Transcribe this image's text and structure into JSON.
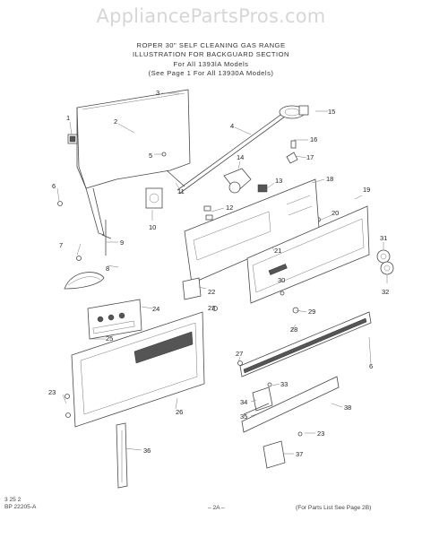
{
  "watermark": "AppliancePartsPros.com",
  "header": {
    "line1": "ROPER 30\" SELF CLEANING GAS RANGE",
    "line2": "ILLUSTRATION FOR BACKGUARD SECTION",
    "line3": "For All 1393lA Models",
    "line4": "(See Page 1 For All 13930A Models)"
  },
  "footer": {
    "code_date": "3 25 2",
    "code_id": "BP 22205-A",
    "page": "– 2A –",
    "parts_note": "(For Parts List See Page 2B)"
  },
  "callouts": [
    "1",
    "2",
    "3",
    "4",
    "5",
    "6",
    "7",
    "8",
    "9",
    "10",
    "11",
    "12",
    "13",
    "14",
    "15",
    "16",
    "17",
    "18",
    "19",
    "20",
    "21",
    "22",
    "23",
    "24",
    "25",
    "26",
    "27",
    "28",
    "29",
    "30",
    "31",
    "32",
    "33",
    "34",
    "35",
    "36",
    "37",
    "38"
  ],
  "callout_labels": {
    "c1": "1",
    "c2": "2",
    "c3": "3",
    "c4": "4",
    "c5": "5",
    "c6": "6",
    "c6b": "6",
    "c7": "7",
    "c8": "8",
    "c9": "9",
    "c10": "10",
    "c11": "11",
    "c12": "12",
    "c13": "13",
    "c14": "14",
    "c15": "15",
    "c16": "16",
    "c17": "17",
    "c18": "18",
    "c19": "19",
    "c20": "20",
    "c21": "21",
    "c22": "22",
    "c23": "23",
    "c23b": "23",
    "c23c": "23",
    "c24": "24",
    "c25": "25",
    "c26": "26",
    "c27": "27",
    "c28": "28",
    "c29": "29",
    "c30": "30",
    "c31": "31",
    "c32": "32",
    "c33": "33",
    "c34": "34",
    "c35": "35",
    "c36": "36",
    "c37": "37",
    "c38": "38"
  }
}
